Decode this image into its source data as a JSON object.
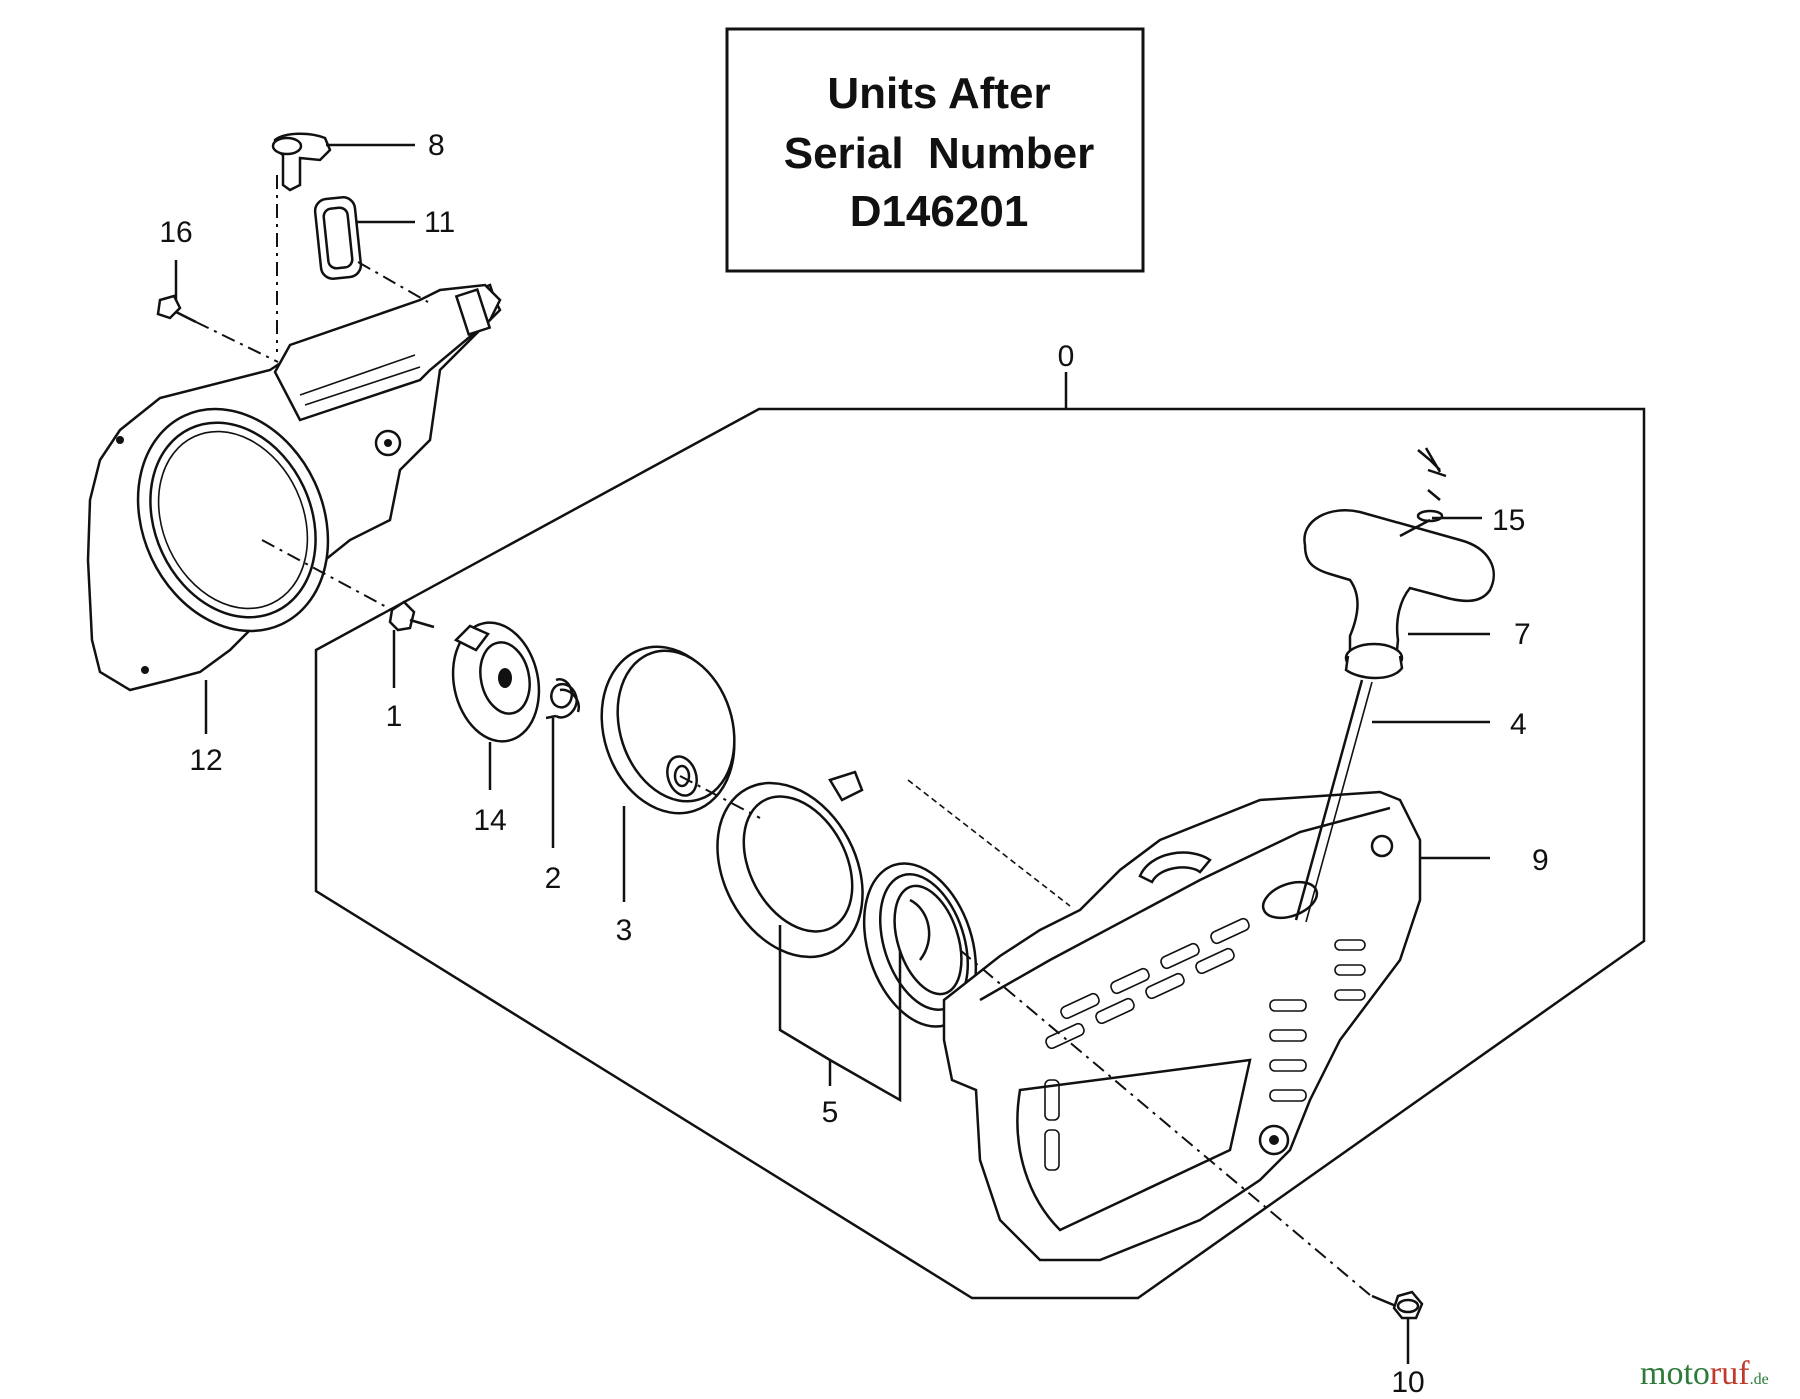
{
  "header_box": {
    "line1": "Units After",
    "line2": "Serial  Number",
    "line3": "D146201"
  },
  "callouts": {
    "c0": "0",
    "c1": "1",
    "c2": "2",
    "c3": "3",
    "c4": "4",
    "c5": "5",
    "c7": "7",
    "c8": "8",
    "c9": "9",
    "c10": "10",
    "c11": "11",
    "c12": "12",
    "c14": "14",
    "c15": "15",
    "c16": "16"
  },
  "watermark": {
    "part1": "moto",
    "part2": "ruf",
    "suffix": ".de",
    "colors": {
      "green": "#2d7a3a",
      "red": "#c0392b"
    }
  }
}
